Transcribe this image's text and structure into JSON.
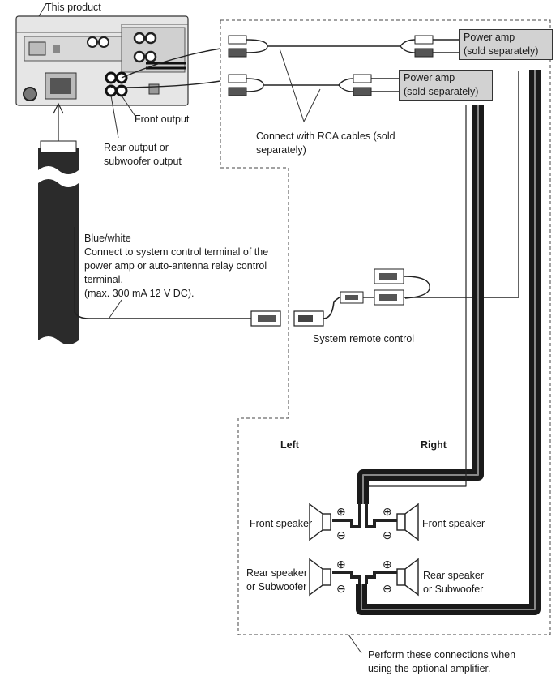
{
  "labels": {
    "product": "This product",
    "front_output": "Front output",
    "rear_output": "Rear output  or\nsubwoofer output",
    "rca_note": "Connect with RCA cables (sold\nseparately)",
    "power_amp_1": "Power amp\n(sold separately)",
    "power_amp_2": "Power amp\n(sold separately)",
    "blue_white": "Blue/white\nConnect to system control terminal of the\npower amp or auto-antenna relay control\nterminal.\n(max. 300 mA 12 V DC).",
    "system_remote": "System remote control",
    "left": "Left",
    "right": "Right",
    "front_speaker_left": "Front speaker",
    "front_speaker_right": "Front speaker",
    "rear_speaker_left": "Rear speaker\nor Subwoofer",
    "rear_speaker_right": "Rear speaker\nor Subwoofer",
    "footer_note": "Perform these connections when\nusing the optional amplifier."
  },
  "symbols": {
    "plus": "⊕",
    "minus": "⊖"
  }
}
